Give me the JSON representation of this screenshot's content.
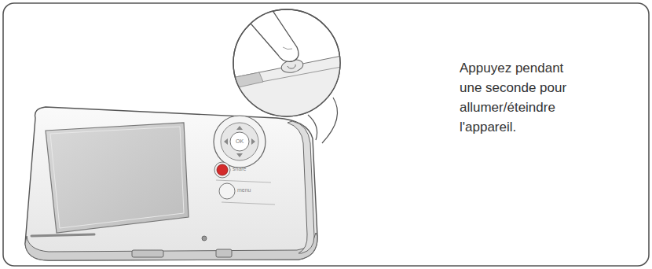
{
  "diagram": {
    "labels": [
      "Appuyez pendant une seconde pour allumer/éteindre l'appareil.",
      "OK",
      "share",
      "menu"
    ]
  }
}
